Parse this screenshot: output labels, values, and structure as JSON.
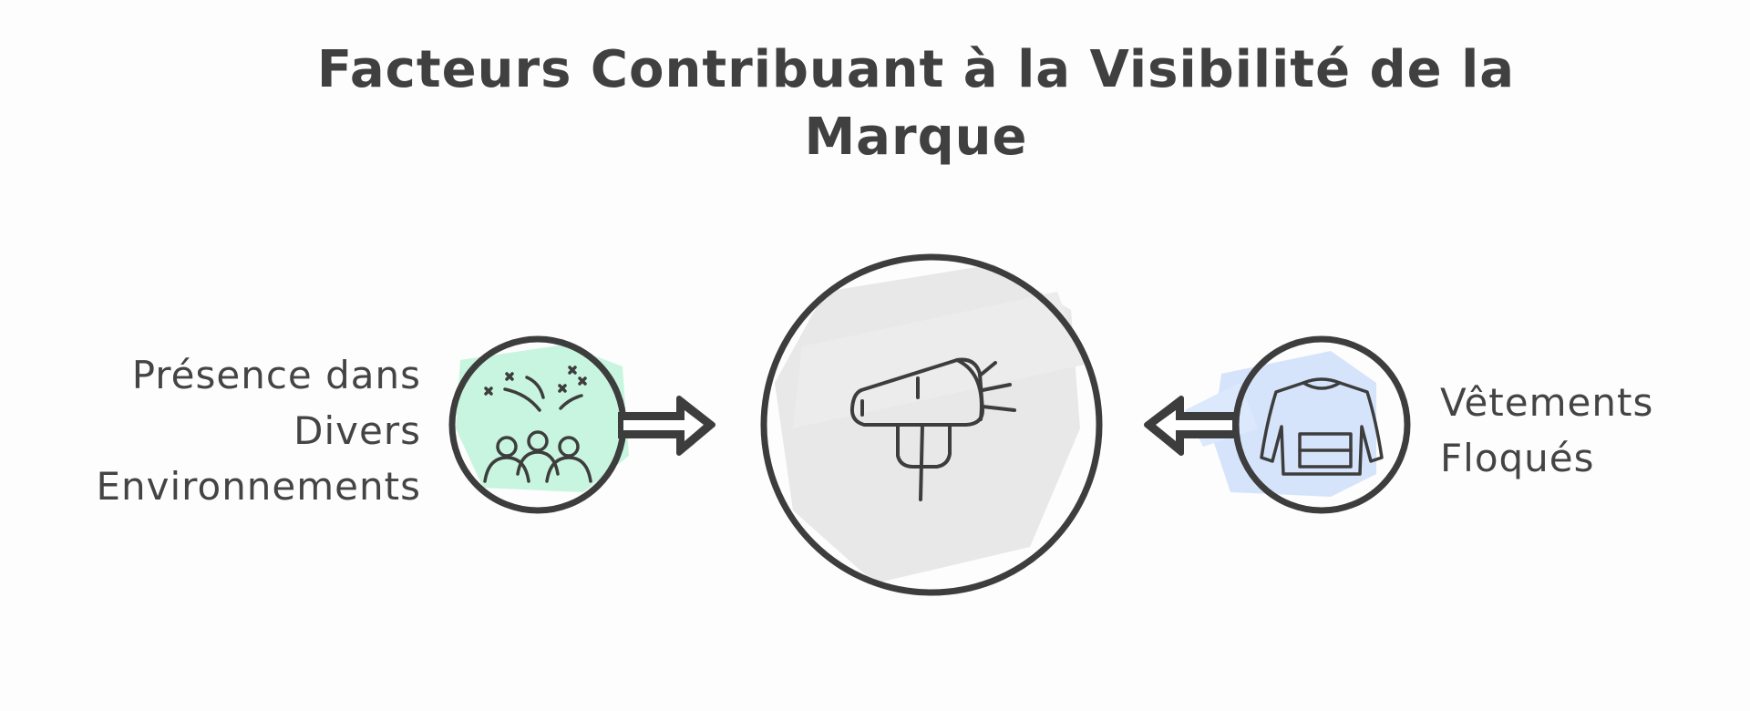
{
  "title": {
    "line1": "Facteurs Contribuant à la Visibilité de la",
    "line2": "Marque"
  },
  "left_factor": {
    "lines": [
      "Présence dans",
      "Divers",
      "Environnements"
    ],
    "icon": "crowd-celebration-icon",
    "color": "#c8f5df"
  },
  "right_factor": {
    "lines": [
      "Vêtements",
      "Floqués"
    ],
    "icon": "shirt-icon",
    "color": "#d6e4fb"
  },
  "center": {
    "icon": "megaphone-icon",
    "color": "#e6e6e6"
  },
  "stroke_color": "#3d3d3d"
}
